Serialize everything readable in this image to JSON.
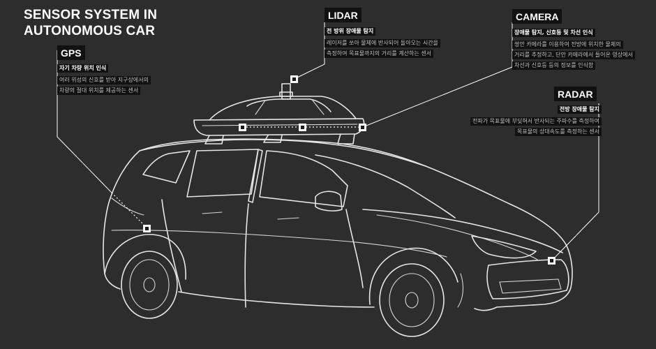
{
  "title": {
    "line1": "SENSOR SYSTEM IN",
    "line2": "AUTONOMOUS CAR"
  },
  "sensors": [
    {
      "id": "gps",
      "name": "GPS",
      "heading": "자기 차량 위치 인식",
      "lines": [
        "여러 위성의 신호를 받아 지구상에서의",
        "차량의 절대 위치를 제공하는 센서"
      ]
    },
    {
      "id": "lidar",
      "name": "LIDAR",
      "heading": "전 방위 장애물 탐지",
      "lines": [
        "레이저를 쏘아 물체에 반사되어 돌아오는 시간을",
        "측정하여 목표물까지의 거리를 계산하는 센서"
      ]
    },
    {
      "id": "camera",
      "name": "CAMERA",
      "heading": "장애물 탐지, 신호등 및 차선 인식",
      "lines": [
        "쌍안 카메라를 이용하여 전방에 위치한 물체의",
        "거리를 추정하고, 단안 카메라에서 들어온 영상에서",
        "차선과 신호등 등의 정보를 인식함"
      ]
    },
    {
      "id": "radar",
      "name": "RADAR",
      "heading": "전방 장애물 탐지",
      "lines": [
        "전파가 목표물에 부딪혀서 반사되는 주파수를 측정하여",
        "목표물의 상대속도를 측정하는 센서"
      ]
    }
  ],
  "colors": {
    "background": "#2d2d2d",
    "line": "#e6e6e6",
    "label_bg": "#111111",
    "text": "#ffffff",
    "muted_text": "#bfbfbf"
  }
}
